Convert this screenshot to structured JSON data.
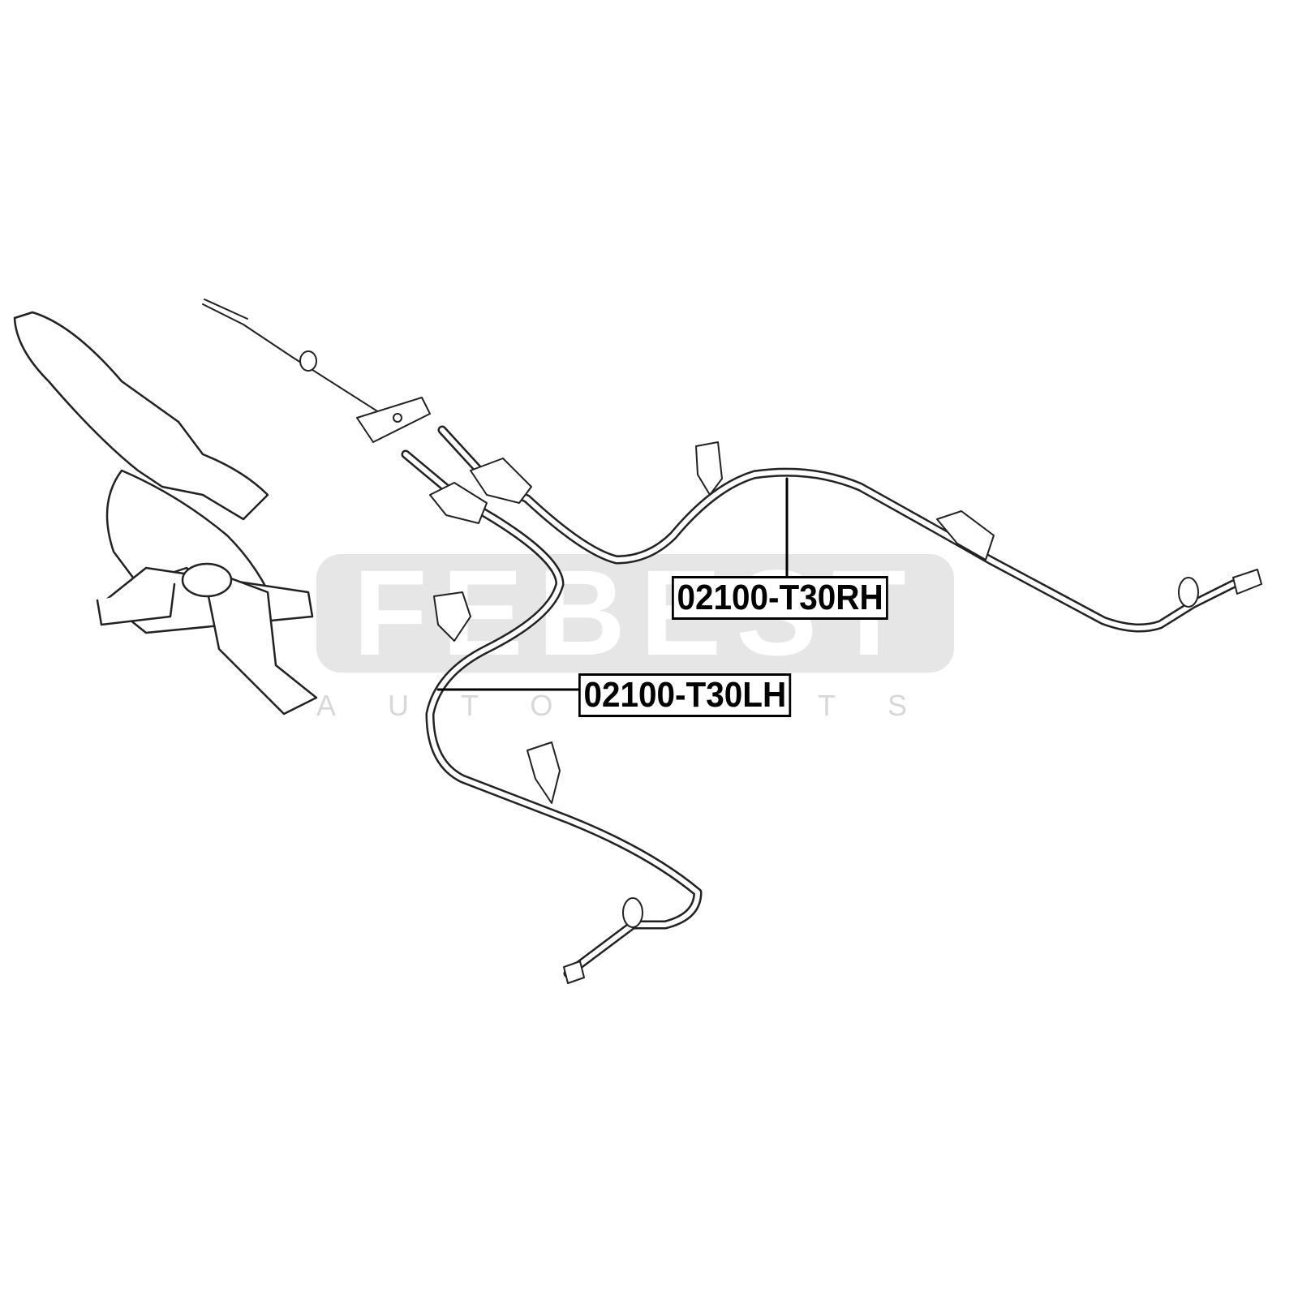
{
  "watermark": {
    "brand": "FEBEST",
    "subtitle": "AUTOPARTS"
  },
  "callouts": [
    {
      "part_number": "02100-T30RH"
    },
    {
      "part_number": "02100-T30LH"
    }
  ],
  "colors": {
    "line": "#222222",
    "watermark": "#e6e6e6"
  }
}
